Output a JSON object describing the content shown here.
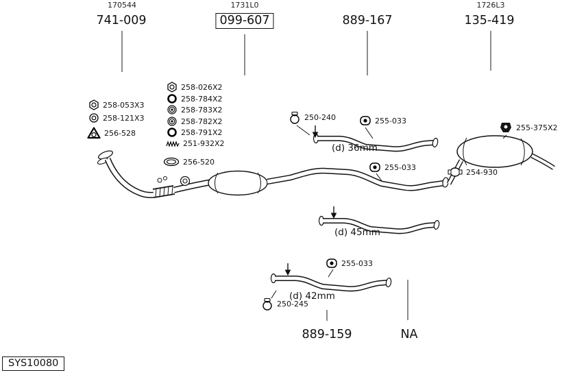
{
  "page": {
    "system_code": "SYS10080",
    "top_refs": [
      "170544",
      "1731L0",
      "1726L3"
    ],
    "group_labels": [
      "741-009",
      "099-607",
      "889-167",
      "135-419"
    ],
    "bottom_labels": [
      "889-159",
      "NA"
    ],
    "left_parts": [
      "258-053X3",
      "258-121X3",
      "256-528"
    ],
    "mid_parts": [
      "258-026X2",
      "258-784X2",
      "258-783X2",
      "258-782X2",
      "258-791X2",
      "251-932X2",
      "256-520"
    ],
    "callouts": {
      "clamp_front": "250-240",
      "hanger_a": "255-033",
      "hanger_b": "255-033",
      "hanger_c": "255-033",
      "hanger_rear": "255-375X2",
      "clamp_rear": "254-930",
      "clamp_tail": "250-245",
      "dia_a": "(d) 36mm",
      "dia_b": "(d) 45mm",
      "dia_c": "(d) 42mm"
    }
  }
}
